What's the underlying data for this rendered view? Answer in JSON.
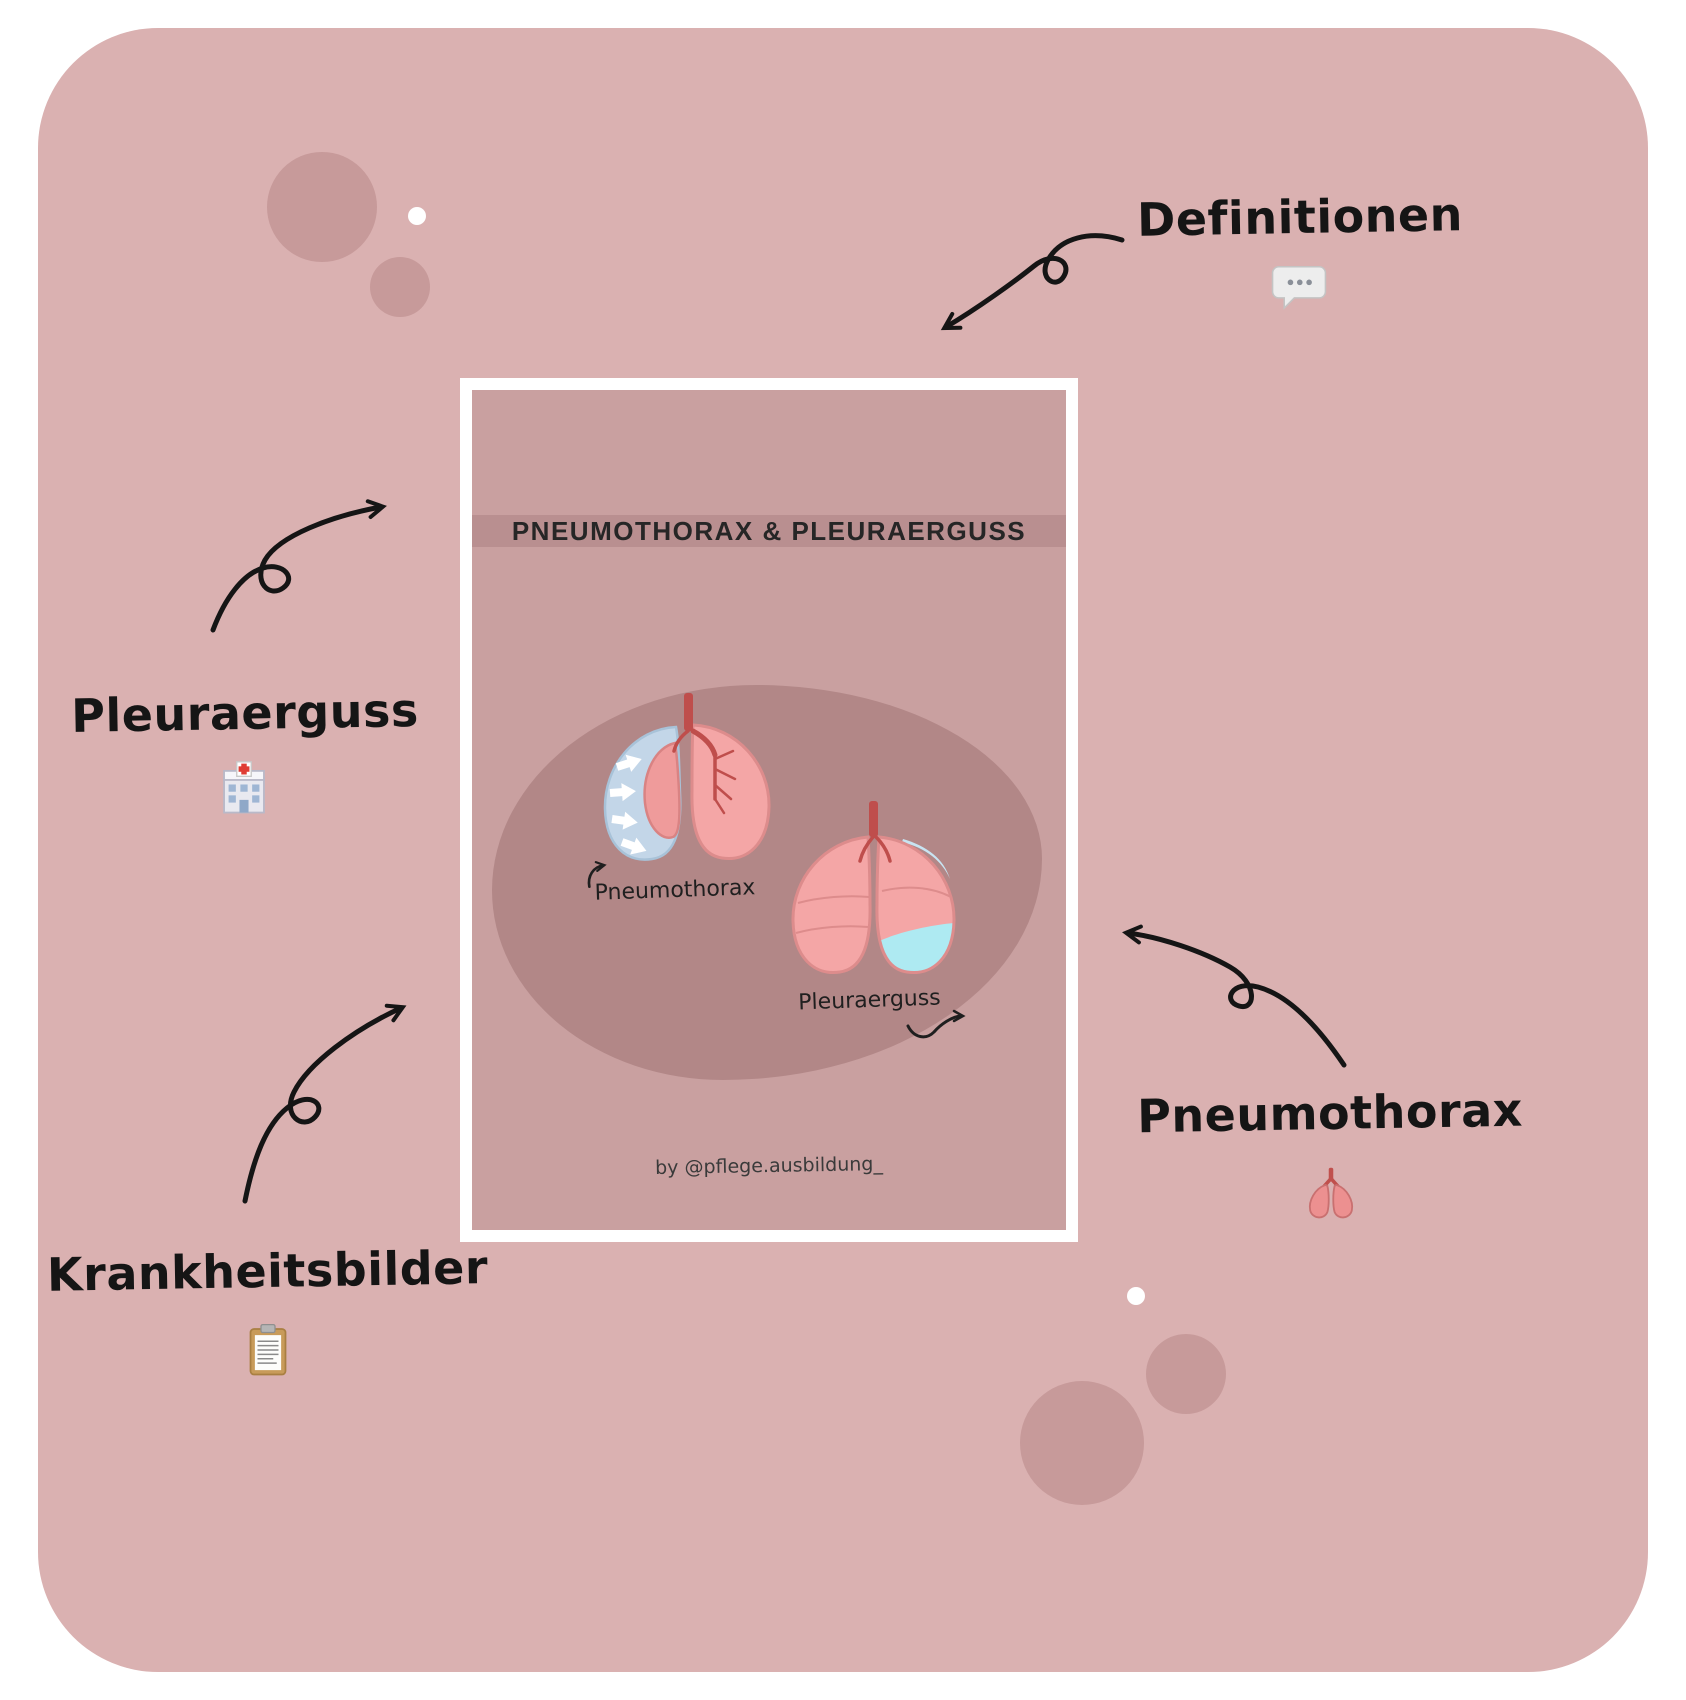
{
  "card": {
    "title": "PNEUMOTHORAX & PLEURAERGUSS",
    "pneumothorax_label": "Pneumothorax",
    "pleuraerguss_label": "Pleuraerguss",
    "credit": "by @pflege.ausbildung_"
  },
  "topics": {
    "definitionen": {
      "label": "Definitionen",
      "icon": "speech-balloon-icon"
    },
    "pleuraerguss": {
      "label": "Pleuraerguss",
      "icon": "hospital-icon"
    },
    "krankheitsbilder": {
      "label": "Krankheitsbilder",
      "icon": "clipboard-icon"
    },
    "pneumothorax": {
      "label": "Pneumothorax",
      "icon": "lungs-icon"
    }
  },
  "colors": {
    "background": "#dab1b1",
    "card_inner": "#c9a0a0",
    "title_band": "#b98f90",
    "blob": "#b28787",
    "lung_pink": "#f4a6a6",
    "lung_outline": "#dd8c8c",
    "bronchi_red": "#bf4e4c",
    "pleura_blue": "#c3d6e8",
    "fluid_cyan": "#aeeaf2",
    "decor_circle": "#c79a9a",
    "ink": "#1f1f1f"
  }
}
